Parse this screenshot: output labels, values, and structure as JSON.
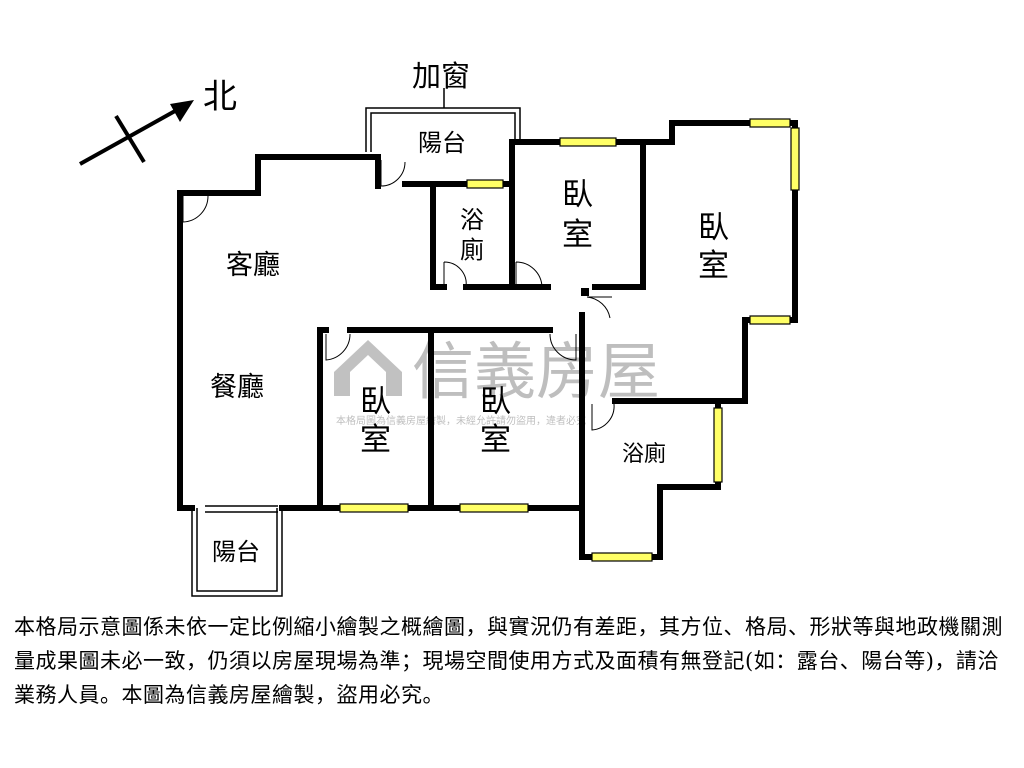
{
  "compass": {
    "label": "北"
  },
  "rooms": {
    "added_window": "加窗",
    "balcony_top": "陽台",
    "bath_small": [
      "浴",
      "廁"
    ],
    "bedroom_a": [
      "臥",
      "室"
    ],
    "bedroom_b": [
      "臥",
      "室"
    ],
    "living_room": "客廳",
    "dining_room": "餐廳",
    "bedroom_c": [
      "臥",
      "室"
    ],
    "bedroom_d": [
      "臥",
      "室"
    ],
    "bath_large": "浴廁",
    "balcony_bottom": "陽台"
  },
  "watermark": {
    "brand": "信義房屋",
    "small": "本格局圖為信義房屋繪製，未經允許請勿盜用，違者必究"
  },
  "disclaimer": "本格局示意圖係未依一定比例縮小繪製之概繪圖，與實況仍有差距，其方位、格局、形狀等與地政機關測量成果圖未必一致，仍須以房屋現場為準；現場空間使用方式及面積有無登記(如：露台、陽台等)，請洽業務人員。本圖為信義房屋繪製，盜用必究。",
  "colors": {
    "window": "#ffff66",
    "walls": "#000000",
    "watermark": "#9a9a9a"
  }
}
